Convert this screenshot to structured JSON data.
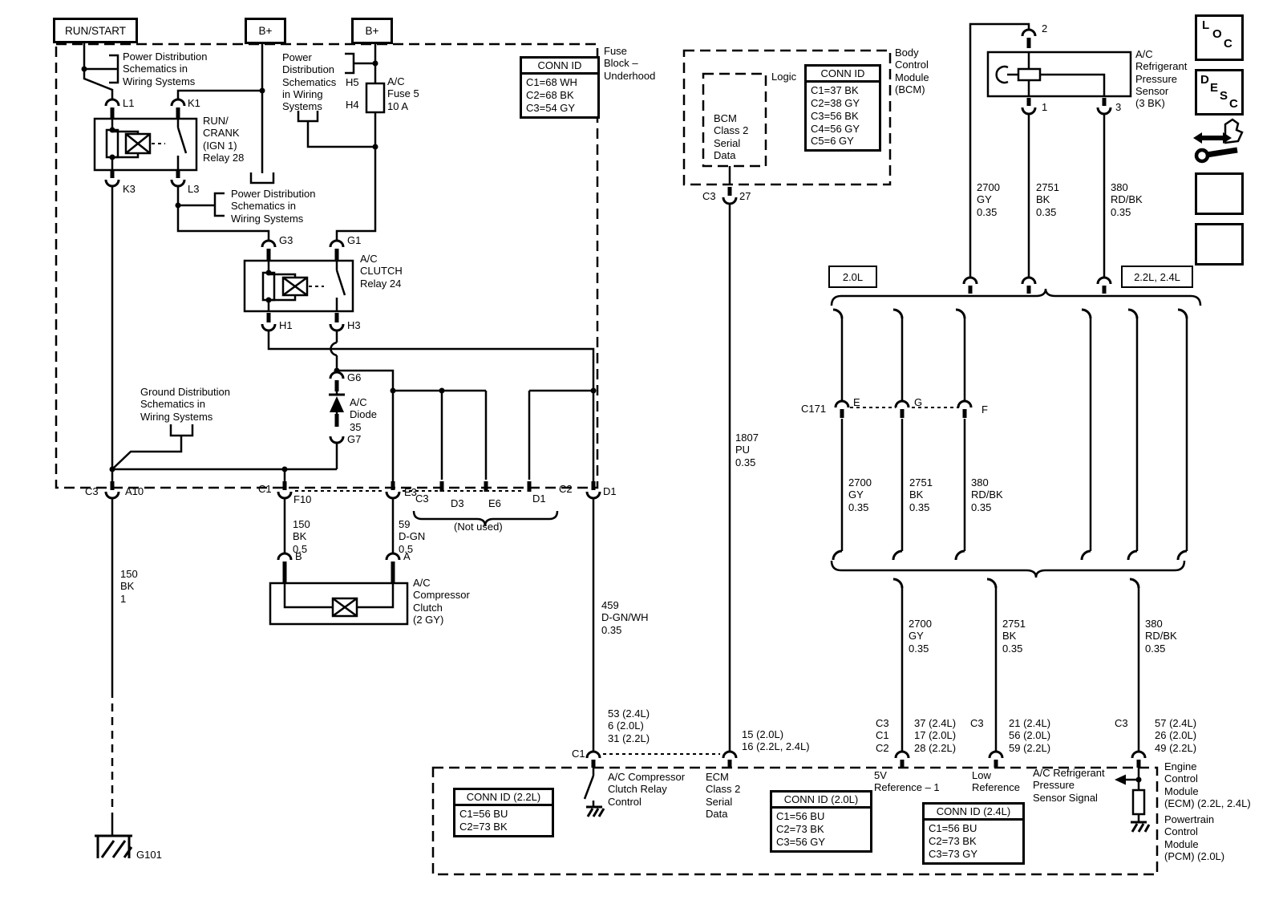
{
  "colors": {
    "wire": "#000000",
    "background": "#ffffff"
  },
  "power_boxes": {
    "run_start": "RUN/START",
    "b1": "B+",
    "b2": "B+"
  },
  "variant_boxes": {
    "box20": "2.0L",
    "box2224": "2.2L, 2.4L"
  },
  "conn_id_boxes": {
    "fuse_block": {
      "title": "CONN ID",
      "rows": "C1=68 WH\nC2=68 BK\nC3=54 GY"
    },
    "bcm": {
      "title": "CONN ID",
      "rows": "C1=37 BK\nC2=38 GY\nC3=56 BK\nC4=56 GY\nC5=6 GY"
    },
    "l22": {
      "title": "CONN ID (2.2L)",
      "rows": "C1=56 BU\nC2=73 BK"
    },
    "l20": {
      "title": "CONN ID (2.0L)",
      "rows": "C1=56 BU\nC2=73 BK\nC3=56 GY"
    },
    "l24": {
      "title": "CONN ID (2.4L)",
      "rows": "C1=56 BU\nC2=73 BK\nC3=73 GY"
    }
  },
  "nav": {
    "loc": [
      "L",
      "O",
      "C"
    ],
    "desc": [
      "D",
      "E",
      "S",
      "C"
    ]
  },
  "labels": {
    "pd1": "Power Distribution\nSchematics in\nWiring Systems",
    "pd2": "Power\nDistribution\nSchematics\nin Wiring\nSystems",
    "pd3": "Power Distribution\nSchematics in\nWiring Systems",
    "gd": "Ground Distribution\nSchematics in\nWiring Systems",
    "h5": "H5",
    "h4": "H4",
    "fuse5": "A/C\nFuse 5\n10 A",
    "fuse_block": "Fuse\nBlock –\nUnderhood",
    "l1": "L1",
    "k1": "K1",
    "k3": "K3",
    "l3": "L3",
    "relay28": "RUN/\nCRANK\n(IGN 1)\nRelay 28",
    "g3": "G3",
    "g1": "G1",
    "h1": "H1",
    "h3": "H3",
    "relay24": "A/C\nCLUTCH\nRelay 24",
    "g6": "G6",
    "g7": "G7",
    "diode35": "A/C\nDiode\n35",
    "c3a10_c": "C3",
    "c3a10_p": "A10",
    "c1f10_c": "C1",
    "c1f10_p": "F10",
    "w150_05": "150\nBK\n0.5",
    "e3": "E3",
    "w59": "59\nD-GN\n0.5",
    "nu_c3": "C3",
    "nu_d3": "D3",
    "nu_e6": "E6",
    "nu_d1": "D1",
    "notused": "(Not used)",
    "c2": "C2",
    "c2d1": "D1",
    "pinb": "B",
    "pina": "A",
    "clutch": "A/C\nCompressor\nClutch\n(2 GY)",
    "w150_1": "150\nBK\n1",
    "w459": "459\nD-GN/WH\n0.35",
    "ecm_c1_vals": "53 (2.4L)\n6 (2.0L)\n31 (2.2L)",
    "ecm_c1": "C1",
    "accc": "A/C Compressor\nClutch Relay\nControl",
    "logic": "Logic",
    "bcm_inner": "BCM\nClass 2\nSerial\nData",
    "bcm_lbl": "Body\nControl\nModule\n(BCM)",
    "bcm_c3": "C3",
    "bcm_27": "27",
    "w1807": "1807\nPU\n0.35",
    "ecm_1516": "15 (2.0L)\n16 (2.2L, 2.4L)",
    "ecm_serial": "ECM\nClass 2\nSerial\nData",
    "sens2": "2",
    "sens1": "1",
    "sens3": "3",
    "sensor": "A/C\nRefrigerant\nPressure\nSensor\n(3 BK)",
    "w2700a": "2700\nGY\n0.35",
    "w2751a": "2751\nBK\n0.35",
    "w380a": "380\nRD/BK\n0.35",
    "c171": "C171",
    "pe": "E",
    "pg": "G",
    "pf": "F",
    "w2700b": "2700\nGY\n0.35",
    "w2751b": "2751\nBK\n0.35",
    "w380b": "380\nRD/BK\n0.35",
    "w2700c": "2700\nGY\n0.35",
    "w2751c": "2751\nBK\n0.35",
    "w380c": "380\nRD/BK\n0.35",
    "p5v_c": "C3\nC1\nC2",
    "p5v_v": "37 (2.4L)\n17 (2.0L)\n28 (2.2L)",
    "plow_c": "C3",
    "plow_v": "21 (2.4L)\n56 (2.0L)\n59 (2.2L)",
    "psig_c": "C3",
    "psig_v": "57 (2.4L)\n26 (2.0L)\n49 (2.2L)",
    "ref5v": "5V\nReference – 1",
    "lowref": "Low\nReference",
    "acsig": "A/C Refrigerant\nPressure\nSensor Signal",
    "ecm_lbl": "Engine\nControl\nModule\n(ECM) (2.2L, 2.4L)",
    "pcm_lbl": "Powertrain\nControl\nModule\n(PCM) (2.0L)",
    "g101": "G101"
  }
}
